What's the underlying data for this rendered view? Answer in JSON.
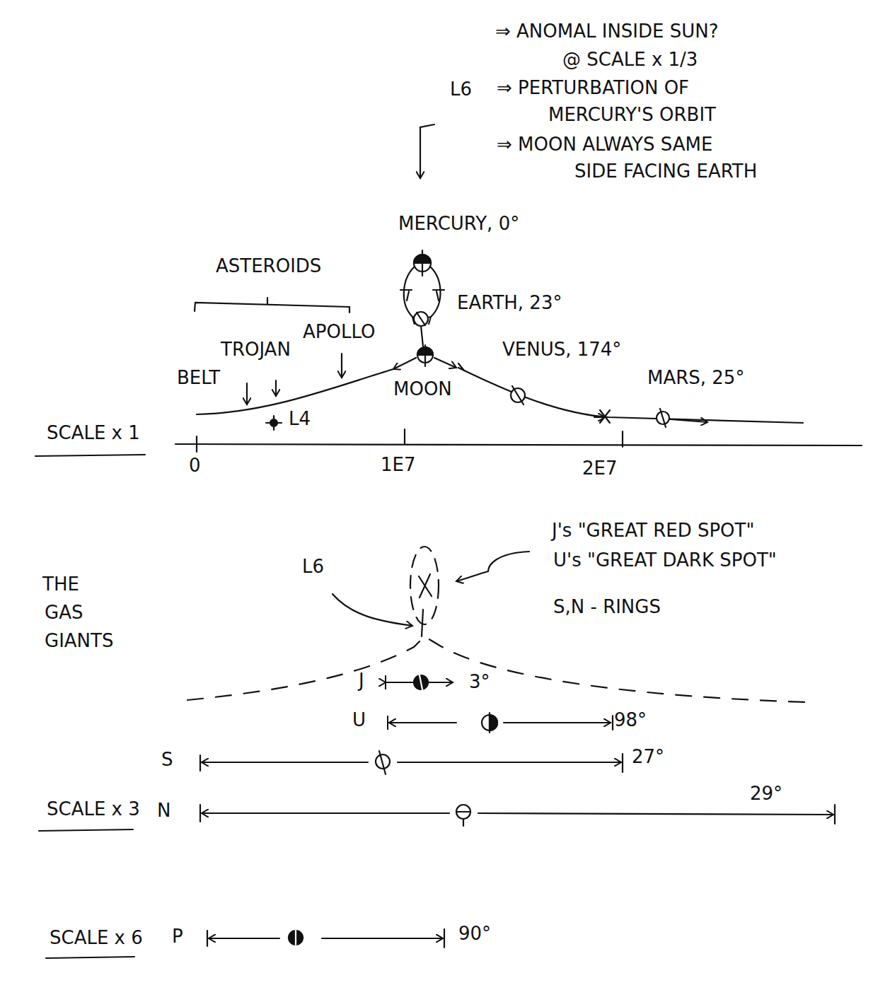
{
  "diagram": {
    "labels": [
      "⇒ ANOMAL INSIDE SUN?",
      "@ SCALE x 1/3",
      "L6",
      "⇒ PERTURBATION OF",
      "MERCURY'S ORBIT",
      "⇒ MOON ALWAYS SAME",
      "SIDE FACING EARTH",
      "MERCURY, 0°",
      "ASTEROIDS",
      "EARTH, 23°",
      "APOLLO",
      "TROJAN",
      "VENUS, 174°",
      "BELT",
      "MOON",
      "MARS, 25°",
      "L4",
      "SCALE x 1",
      "0",
      "1E7",
      "2E7",
      "J's \"GREAT RED SPOT\"",
      "U's \"GREAT DARK SPOT\"",
      "S,N - RINGS",
      "THE",
      "GAS",
      "GIANTS",
      "L6",
      "J",
      "3°",
      "U",
      "98°",
      "S",
      "27°",
      "SCALE x 3",
      "N",
      "29°",
      "SCALE x 6",
      "P",
      "90°"
    ]
  }
}
